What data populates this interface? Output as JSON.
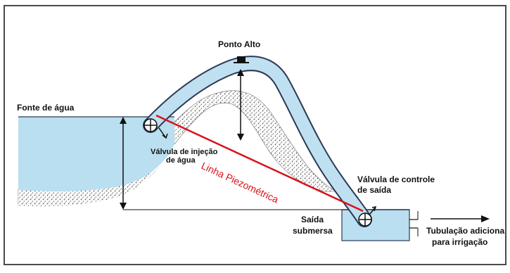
{
  "diagram": {
    "labels": {
      "high_point": "Ponto Alto",
      "water_source": "Fonte de água",
      "injection_valve_line1": "Válvula de injeção",
      "injection_valve_line2": "de água",
      "piezometric_line": "Linha Piezométrica",
      "outlet_valve_line1": "Válvula de controle",
      "outlet_valve_line2": "de saída",
      "submerged_outlet_line1": "Saída",
      "submerged_outlet_line2": "submersa",
      "pipe_line1": "Tubulação adiciona",
      "pipe_line2": "para irrigação"
    },
    "colors": {
      "water": "#b9dff0",
      "pipe": "#bfe0f0",
      "pipe_outline": "#2b3a55",
      "soil": "#a8a8a8",
      "piezometric_line": "#d8131a",
      "frame": "#4a4a4a"
    },
    "icons": [
      "valve-icon",
      "air-vent-icon",
      "arrow-right-icon"
    ]
  }
}
